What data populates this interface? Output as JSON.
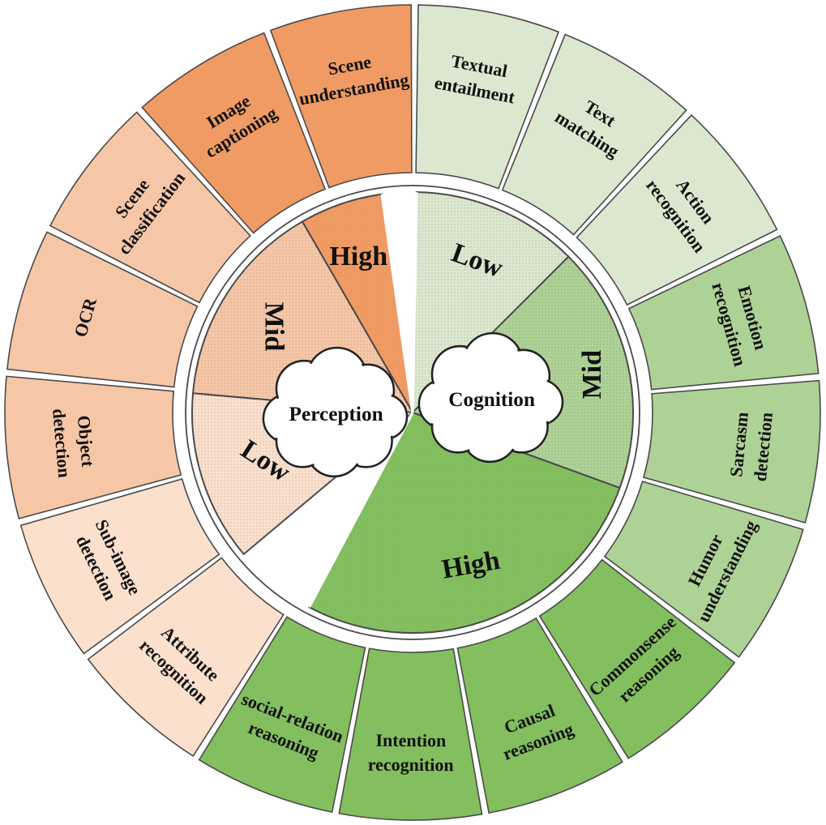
{
  "colors": {
    "perception_high": "#f09b63",
    "perception_mid": "#f6c7a7",
    "perception_low": "#fbe0cd",
    "cognition_low": "#dbe8cf",
    "cognition_mid": "#aed296",
    "cognition_high": "#83be5f",
    "stroke": "#4a4a4a"
  },
  "categories": [
    {
      "id": "perception",
      "label": "Perception"
    },
    {
      "id": "cognition",
      "label": "Cognition"
    }
  ],
  "levels": [
    {
      "id": "perception-high",
      "label": "High",
      "color": "#f09b63"
    },
    {
      "id": "perception-mid",
      "label": "Mid",
      "color": "#f6c7a7"
    },
    {
      "id": "perception-low",
      "label": "Low",
      "color": "#fbe0cd"
    },
    {
      "id": "cognition-low",
      "label": "Low",
      "color": "#dbe8cf"
    },
    {
      "id": "cognition-mid",
      "label": "Mid",
      "color": "#aed296"
    },
    {
      "id": "cognition-high",
      "label": "High",
      "color": "#83be5f"
    }
  ],
  "tasks": [
    {
      "id": "scene-understanding",
      "lines": [
        "Scene",
        "understanding"
      ],
      "color": "#f09b63"
    },
    {
      "id": "textual-entailment",
      "lines": [
        "Textual",
        "entailment"
      ],
      "color": "#dbe8cf"
    },
    {
      "id": "text-matching",
      "lines": [
        "Text",
        "matching"
      ],
      "color": "#dbe8cf"
    },
    {
      "id": "action-recognition",
      "lines": [
        "Action",
        "recognition"
      ],
      "color": "#dbe8cf"
    },
    {
      "id": "emotion-recognition",
      "lines": [
        "Emotion",
        "recognition"
      ],
      "color": "#aed296"
    },
    {
      "id": "sarcasm-detection",
      "lines": [
        "Sarcasm",
        "detection"
      ],
      "color": "#aed296"
    },
    {
      "id": "humor-understanding",
      "lines": [
        "Humor",
        "understanding"
      ],
      "color": "#aed296"
    },
    {
      "id": "commonsense-reasoning",
      "lines": [
        "Commonsense",
        "reasoning"
      ],
      "color": "#83be5f"
    },
    {
      "id": "causal-reasoning",
      "lines": [
        "Causal",
        "reasoning"
      ],
      "color": "#83be5f"
    },
    {
      "id": "intention-recognition",
      "lines": [
        "Intention",
        "recognition"
      ],
      "color": "#83be5f"
    },
    {
      "id": "social-relation-reasoning",
      "lines": [
        "social-relation",
        "reasoning"
      ],
      "color": "#83be5f"
    },
    {
      "id": "attribute-recognition",
      "lines": [
        "Attribute",
        "recognition"
      ],
      "color": "#fbe0cd"
    },
    {
      "id": "sub-image-detection",
      "lines": [
        "Sub-image",
        "detection"
      ],
      "color": "#fbe0cd"
    },
    {
      "id": "object-detection",
      "lines": [
        "Object",
        "detection"
      ],
      "color": "#f6c7a7"
    },
    {
      "id": "ocr",
      "lines": [
        "OCR"
      ],
      "color": "#f6c7a7"
    },
    {
      "id": "scene-classification",
      "lines": [
        "Scene",
        "classification"
      ],
      "color": "#f6c7a7"
    },
    {
      "id": "image-captioning",
      "lines": [
        "Image",
        "captioning"
      ],
      "color": "#f09b63"
    }
  ]
}
